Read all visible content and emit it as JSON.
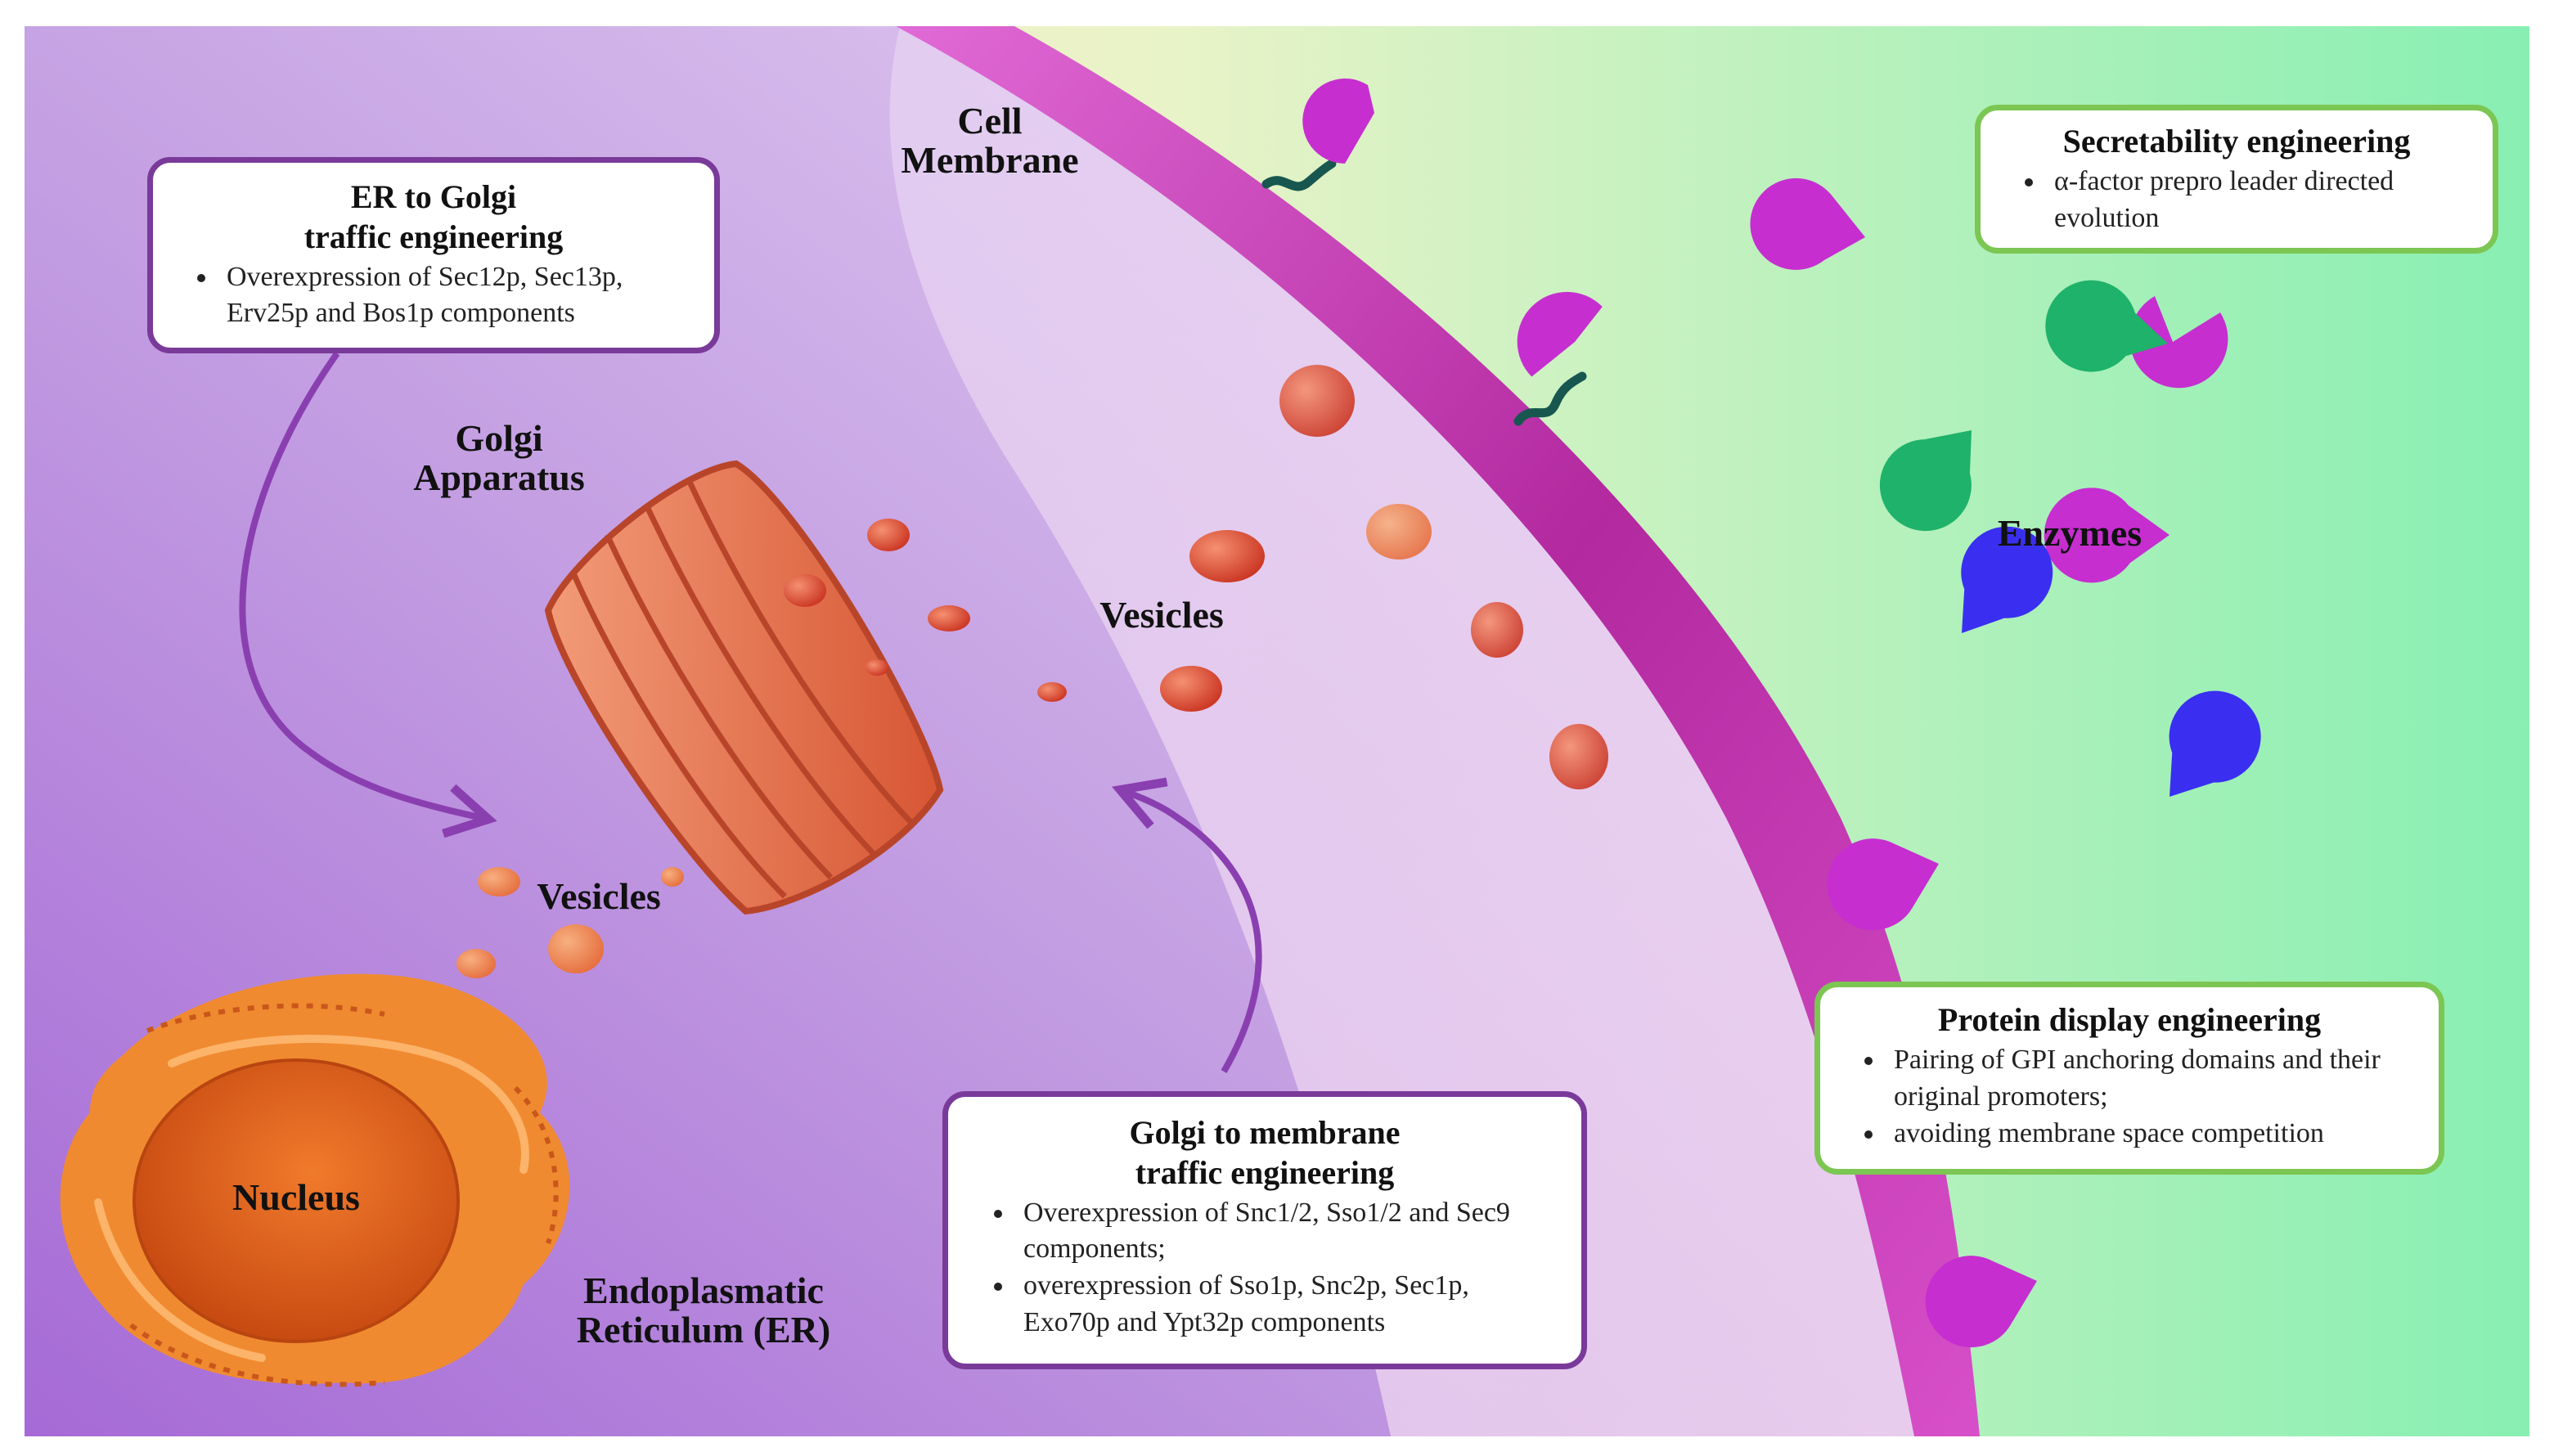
{
  "labels": {
    "cell_membrane": [
      "Cell",
      "Membrane"
    ],
    "golgi_apparatus": [
      "Golgi",
      "Apparatus"
    ],
    "vesicles_top": "Vesicles",
    "vesicles_bottom": "Vesicles",
    "enzymes": "Enzymes",
    "nucleus": "Nucleus",
    "er": [
      "Endoplasmatic",
      "Reticulum (ER)"
    ]
  },
  "boxes": {
    "er_golgi": {
      "title": [
        "ER to Golgi",
        "traffic engineering"
      ],
      "items": [
        "Overexpression of Sec12p, Sec13p, Erv25p and Bos1p components"
      ],
      "border_color": "#7a3a9a"
    },
    "golgi_membrane": {
      "title": [
        "Golgi to membrane",
        "traffic engineering"
      ],
      "items": [
        "Overexpression of Snc1/2, Sso1/2 and Sec9 components;",
        "overexpression of Sso1p, Snc2p, Sec1p, Exo70p and Ypt32p components"
      ],
      "border_color": "#7a3a9a"
    },
    "secretability": {
      "title": [
        "Secretability engineering"
      ],
      "items": [
        "α-factor prepro leader directed evolution"
      ],
      "border_color": "#7cc653"
    },
    "protein_display": {
      "title": [
        "Protein display engineering"
      ],
      "items": [
        "Pairing of GPI anchoring  domains and their original promoters;",
        "avoiding membrane space competition"
      ],
      "border_color": "#7cc653"
    }
  },
  "colors": {
    "cytoplasm": "#b98fdc",
    "membrane": "#c837b8",
    "extracellular_left": "#fbe9c8",
    "extracellular_right": "#86efb0",
    "golgi": "#e07a5a",
    "vesicle": "#d9492e",
    "nucleus": "#d9541b",
    "er": "#f08a30",
    "enzyme_magenta": "#c62ed0",
    "enzyme_green": "#1fb26a",
    "enzyme_blue": "#3a2ff0",
    "arrow": "#8a3fb0"
  },
  "icons": {
    "enzyme": "pac-man-enzyme-icon",
    "gpi_anchor": "squiggle-anchor-icon"
  }
}
